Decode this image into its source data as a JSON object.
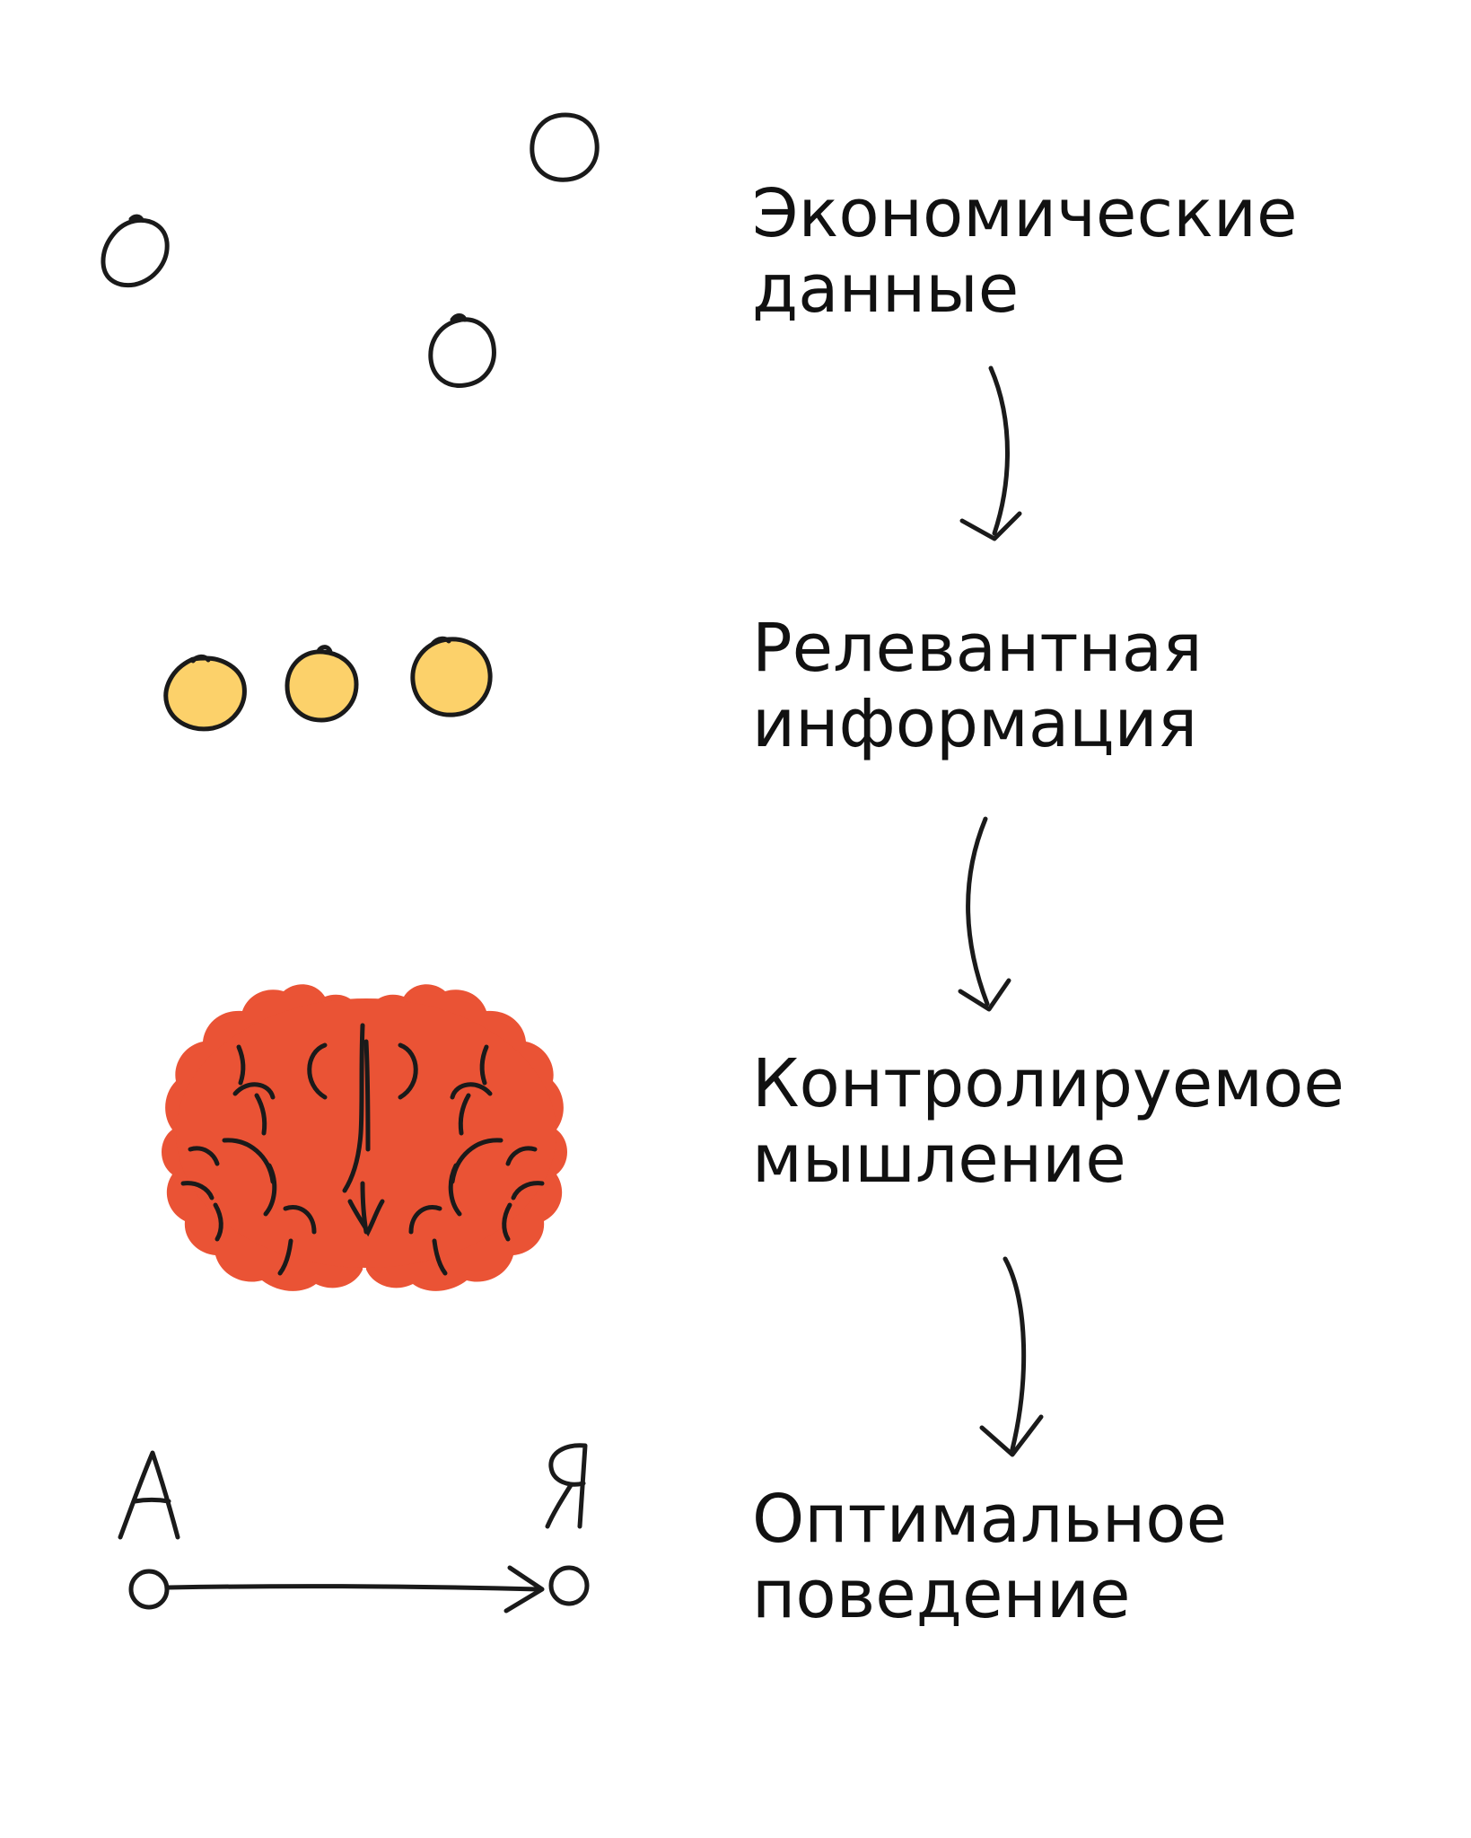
{
  "colors": {
    "ink": "#1a1a1a",
    "yellow": "#fcd16a",
    "brain_red": "#ea5335",
    "background": "#ffffff"
  },
  "steps": [
    {
      "line1": "Экономические",
      "line2": "данные",
      "icon": "scattered-empty-circles-icon"
    },
    {
      "line1": "Релевантная",
      "line2": "информация",
      "icon": "yellow-dots-icon"
    },
    {
      "line1": "Контролируемое",
      "line2": "мышление",
      "icon": "brain-icon"
    },
    {
      "line1": "Оптимальное",
      "line2": "поведение",
      "icon": "a-to-ya-path-icon"
    }
  ],
  "path": {
    "start_letter": "А",
    "end_letter": "Я"
  }
}
